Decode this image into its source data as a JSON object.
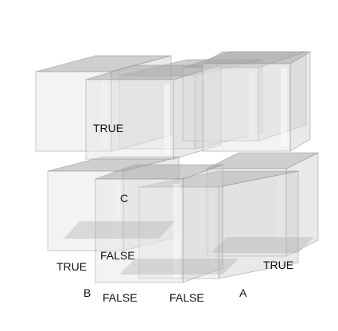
{
  "labels": {
    "true_top": "TRUE",
    "c": "C",
    "false_inner": "FALSE",
    "true_left": "TRUE",
    "true_right": "TRUE",
    "b": "B",
    "false_b": "FALSE",
    "false_a": "FALSE",
    "a": "A"
  },
  "colors": {
    "face_light": "#e4e4e4",
    "face_mid": "#cfcfcf",
    "face_dark": "#a8a8a8",
    "edge": "#9a9a9a",
    "text": "#111111"
  },
  "diagram": {
    "type": "3d-truth-cube",
    "axes": [
      "A",
      "B",
      "C"
    ],
    "values": [
      "TRUE",
      "FALSE"
    ],
    "cubes": 8
  }
}
